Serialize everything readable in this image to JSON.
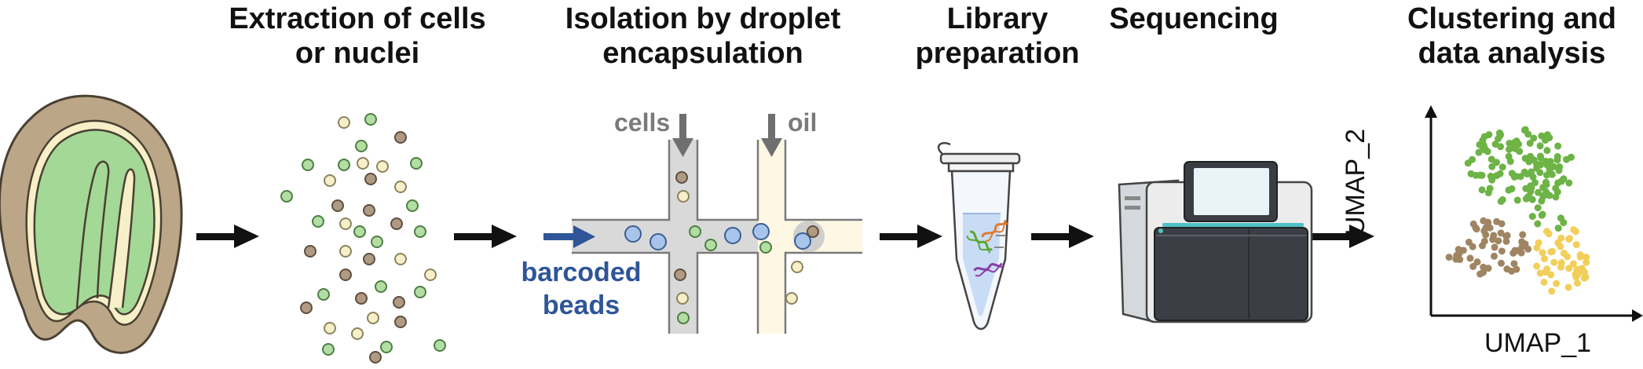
{
  "steps": [
    {
      "line1": "Extraction of cells",
      "line2": "or nuclei"
    },
    {
      "line1": "Isolation by droplet",
      "line2": "encapsulation"
    },
    {
      "line1": "Library",
      "line2": "preparation"
    },
    {
      "line1": "Sequencing",
      "line2": ""
    },
    {
      "line1": "Clustering and",
      "line2": "data analysis"
    }
  ],
  "microfluidics": {
    "cells_label": "cells",
    "oil_label": "oil",
    "beads_line1": "barcoded",
    "beads_line2": "beads"
  },
  "umap": {
    "xlabel": "UMAP_1",
    "ylabel": "UMAP_2",
    "colors": {
      "green": "#6db346",
      "brown": "#a08563",
      "yellow": "#f2cf5a"
    }
  },
  "colors": {
    "seed_coat": "#bba688",
    "embryo_green": "#a3d896",
    "cell_green": "#b3dea3",
    "cell_yellow": "#f6efc8",
    "cell_brown": "#b09a83",
    "bead_blue": "#a9c4ea",
    "channel_gray": "#d9d9d9",
    "oil_cream": "#fdf7e4",
    "accent_blue": "#2e5597"
  }
}
